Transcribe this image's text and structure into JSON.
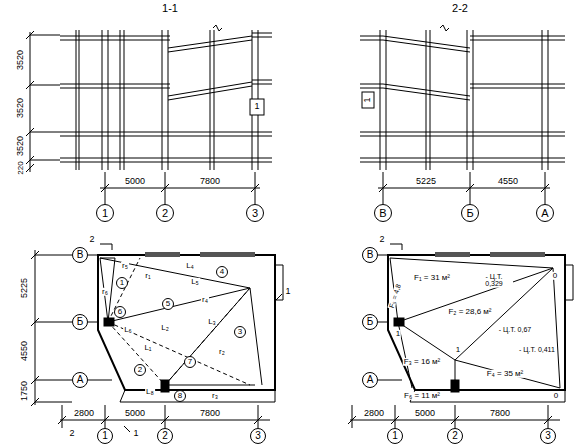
{
  "diagram": {
    "nodes": [
      {
        "text": [
          "1"
        ]
      },
      {
        "text": [
          "2"
        ]
      },
      {
        "text": [
          "3"
        ]
      },
      {
        "text": [
          "В"
        ]
      },
      {
        "text": [
          "Б"
        ]
      },
      {
        "text": [
          "А"
        ]
      },
      {
        "text": [
          "В"
        ]
      },
      {
        "text": [
          "Б"
        ]
      },
      {
        "text": [
          "А"
        ]
      },
      {
        "text": [
          "1"
        ]
      },
      {
        "text": [
          "2"
        ]
      },
      {
        "text": [
          "3"
        ]
      },
      {
        "text": [
          "4"
        ]
      },
      {
        "text": [
          "5"
        ]
      },
      {
        "text": [
          "6"
        ]
      },
      {
        "text": [
          "7"
        ]
      },
      {
        "text": [
          "8"
        ]
      },
      {
        "text": [
          "1"
        ]
      },
      {
        "text": [
          "2"
        ]
      },
      {
        "text": [
          "3"
        ]
      },
      {
        "text": [
          "В"
        ]
      },
      {
        "text": [
          "Б"
        ]
      },
      {
        "text": [
          "А"
        ]
      },
      {
        "text": [
          "1"
        ]
      },
      {
        "text": [
          "2"
        ]
      },
      {
        "text": [
          "3"
        ]
      }
    ],
    "labels": [
      "1-1",
      "2-2",
      "3520",
      "3520",
      "3520",
      "220",
      "5000",
      "7800",
      "1",
      "5225",
      "4550",
      "1",
      "5225",
      "4550",
      "1750",
      "2800",
      "5000",
      "7800",
      "2",
      "1",
      "1",
      "2",
      "r₆",
      "r₅",
      "r₁",
      "L₄",
      "L₆",
      "r₄",
      "L₁",
      "L₂",
      "L₃",
      "r₂",
      "L₅",
      "r₃",
      "L₈",
      "2800",
      "5000",
      "7800",
      "2",
      "F₁ = 31 м²",
      "- Ц.Т. 0,329",
      "F₂ = 28,6 м²",
      "- Ц.Т. 0,67",
      "F₃ = 16 м²",
      "F₄ = 35 м²",
      "- Ц.Т. 0,411",
      "F₅ = 4,8",
      "F₆ = 11 м²",
      "1",
      "0",
      "1",
      "0"
    ]
  }
}
